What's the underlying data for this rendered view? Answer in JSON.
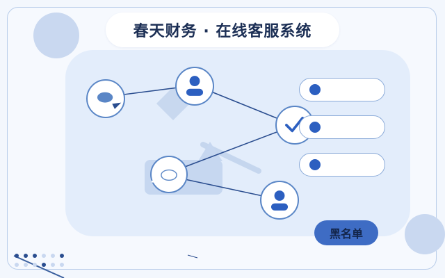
{
  "header": {
    "title": "春天财务 · 在线客服系统"
  },
  "actions": {
    "blacklist_label": "黑名单"
  },
  "colors": {
    "accent": "#2c5fc0",
    "button": "#3e6cc4",
    "panel": "#e3edfb",
    "node_border": "#5a86c6",
    "title_text": "#1c2f55"
  },
  "nodes": [
    {
      "name": "chat-bubble-icon"
    },
    {
      "name": "user-icon"
    },
    {
      "name": "checkmark-icon"
    },
    {
      "name": "chat-bubble-icon"
    },
    {
      "name": "user-icon"
    }
  ],
  "list": {
    "items": 3
  }
}
